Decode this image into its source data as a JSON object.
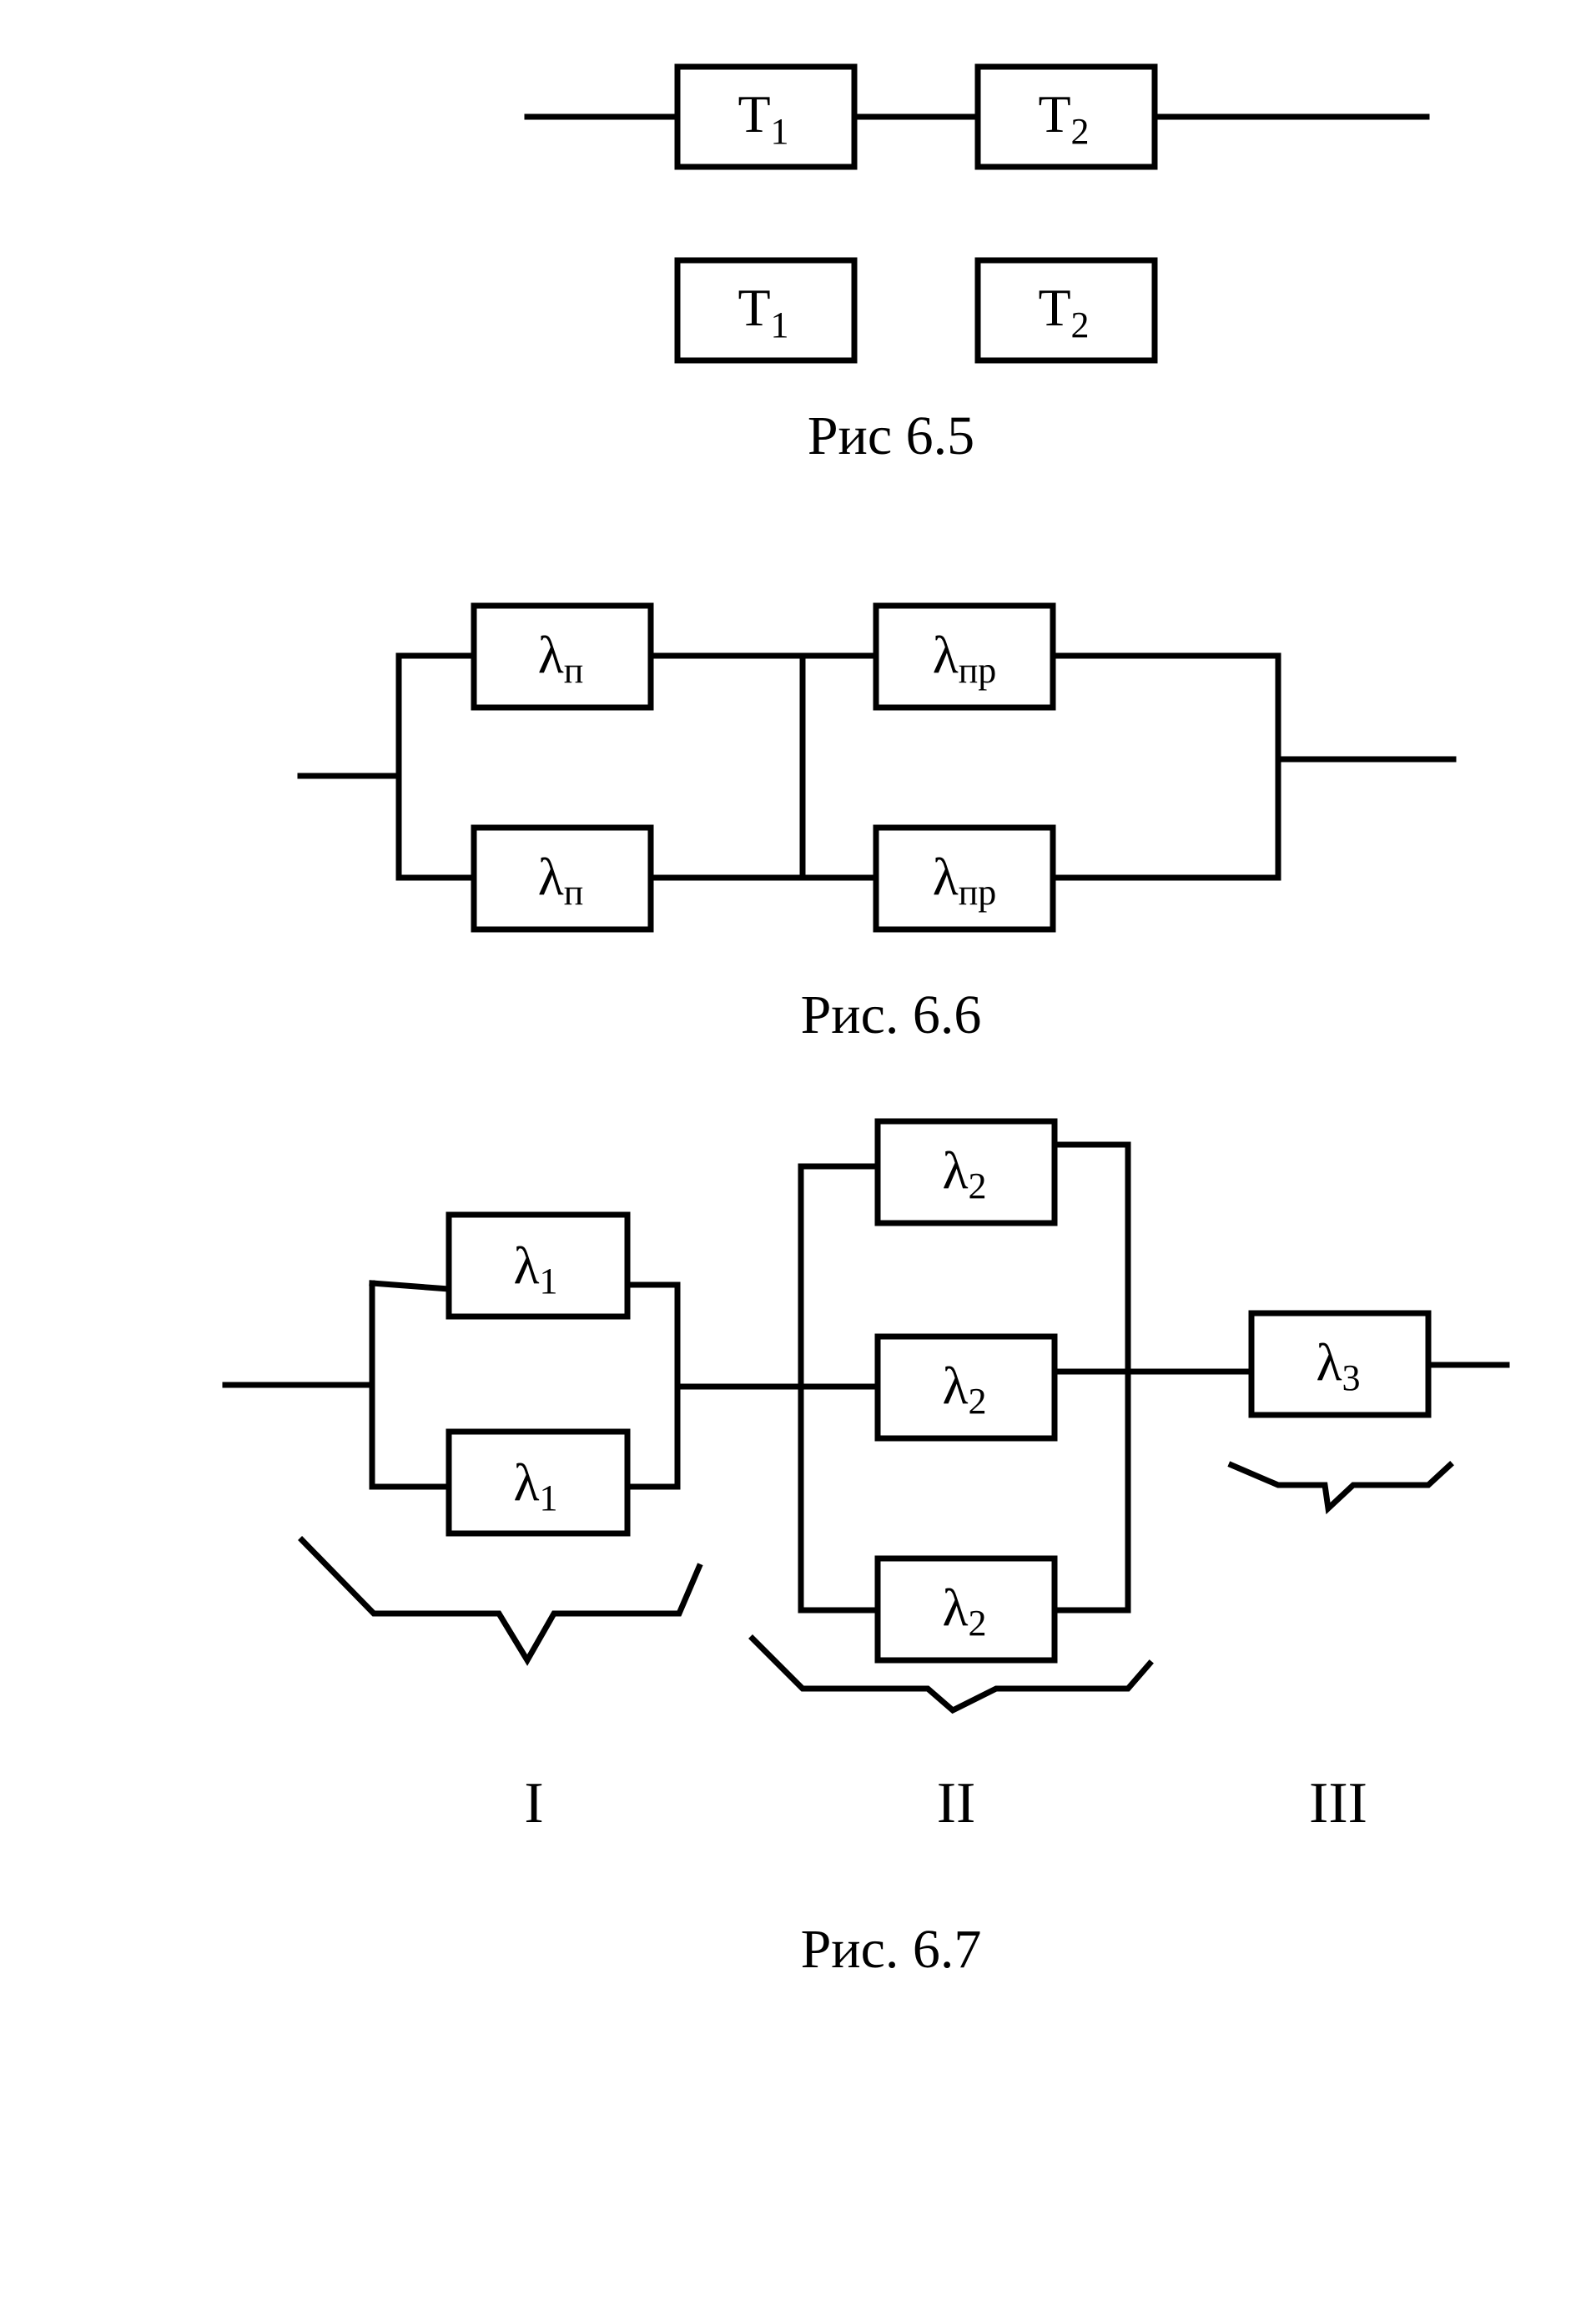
{
  "fig65": {
    "caption": "Рис 6.5",
    "row1": [
      {
        "main": "T",
        "sub": "1"
      },
      {
        "main": "T",
        "sub": "2"
      }
    ],
    "row2": [
      {
        "main": "T",
        "sub": "1"
      },
      {
        "main": "T",
        "sub": "2"
      }
    ]
  },
  "fig66": {
    "caption": "Рис. 6.6",
    "boxes": [
      {
        "main": "λ",
        "sub": "п"
      },
      {
        "main": "λ",
        "sub": "пр"
      },
      {
        "main": "λ",
        "sub": "п"
      },
      {
        "main": "λ",
        "sub": "пр"
      }
    ]
  },
  "fig67": {
    "caption": "Рис. 6.7",
    "group1": [
      {
        "main": "λ",
        "sub": "1"
      },
      {
        "main": "λ",
        "sub": "1"
      }
    ],
    "group2": [
      {
        "main": "λ",
        "sub": "2"
      },
      {
        "main": "λ",
        "sub": "2"
      },
      {
        "main": "λ",
        "sub": "2"
      }
    ],
    "group3": [
      {
        "main": "λ",
        "sub": "3"
      }
    ],
    "group_labels": [
      "I",
      "II",
      "III"
    ]
  }
}
